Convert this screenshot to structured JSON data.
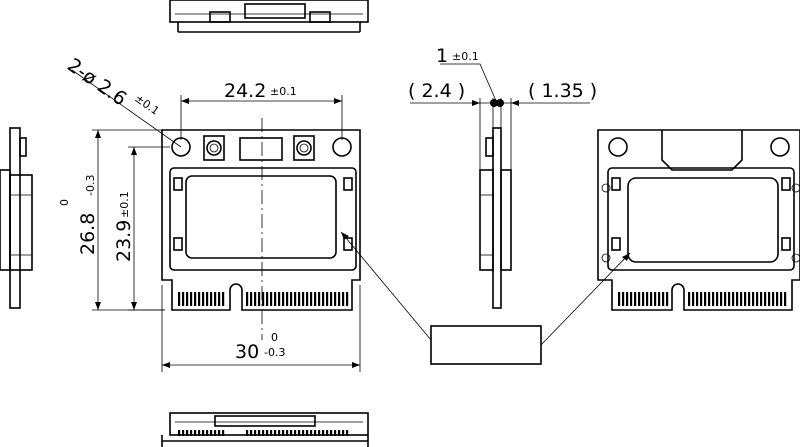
{
  "dimensions": {
    "hole_count_dia": "2-ø 2.6",
    "hole_tol": "±0.1",
    "hole_spacing": "24.2",
    "hole_spacing_tol": "±0.1",
    "height_outer": "26.8",
    "height_outer_tol_upper": "0",
    "height_outer_tol_lower": "-0.3",
    "height_inner": "23.9",
    "height_inner_tol": "±0.1",
    "width": "30",
    "width_tol_upper": "0",
    "width_tol_lower": "-0.3",
    "side_thickness": "1",
    "side_thickness_tol": "±0.1",
    "side_left_ref": "( 2.4 )",
    "side_right_ref": "( 1.35 )"
  },
  "label_box_text": ""
}
